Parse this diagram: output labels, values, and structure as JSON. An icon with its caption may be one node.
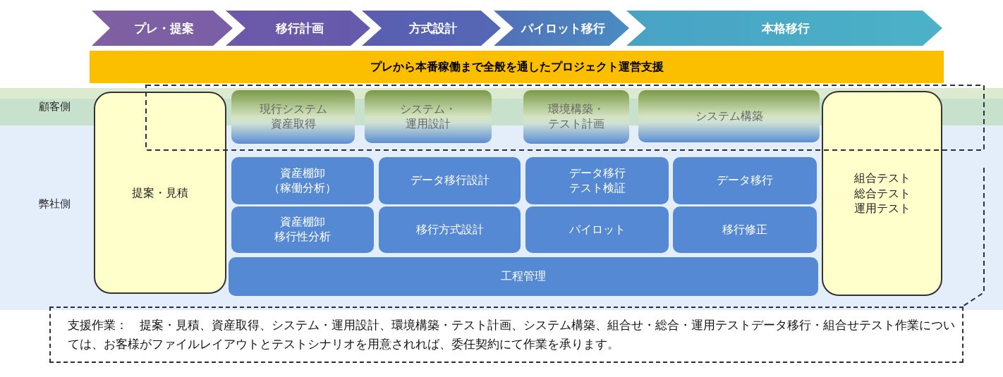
{
  "diagram": {
    "nodes": [
      {
        "text": [
          "プレ・提案"
        ]
      },
      {
        "text": [
          "移行計画"
        ]
      },
      {
        "text": [
          "方式設計"
        ]
      },
      {
        "text": [
          "パイロット移行"
        ]
      },
      {
        "text": [
          "本格移行"
        ]
      },
      {
        "text": [
          "プレから本番稼働まで全般を通したプロジェクト運営支援"
        ]
      },
      {
        "text": [
          "顧客側"
        ]
      },
      {
        "text": [
          "弊社側"
        ]
      },
      {
        "text": [
          "提案・見積"
        ]
      },
      {
        "text": [
          "現行システム資産取得"
        ]
      },
      {
        "text": [
          "システム・運用設計"
        ]
      },
      {
        "text": [
          "環境構築・テスト計画"
        ]
      },
      {
        "text": [
          "システム構築"
        ]
      },
      {
        "text": [
          "組合テスト",
          "総合テスト",
          "運用テスト"
        ]
      },
      {
        "text": [
          "資産棚卸（稼働分析）"
        ],
        "in": 7
      },
      {
        "text": [
          "データ移行設計"
        ],
        "in": 7
      },
      {
        "text": [
          "データ移行テスト検証"
        ],
        "in": 7
      },
      {
        "text": [
          "データ移行"
        ],
        "in": 7
      },
      {
        "text": [
          "資産棚卸移行性分析"
        ],
        "in": 7
      },
      {
        "text": [
          "移行方式設計"
        ],
        "in": 7
      },
      {
        "text": [
          "パイロット"
        ],
        "in": 7
      },
      {
        "text": [
          "移行修正"
        ],
        "in": 7
      },
      {
        "text": [
          "工程管理"
        ],
        "in": 7
      },
      {
        "text": [
          "支援作業：　提案・見積、資産取得、システム・運用設計、環境構築・テスト計画、システム構築、組合せ・総合・運用テストデータ移行・組合せテスト作業については、お客様がファイルレイアウトとテストシナリオを用意されれば、委任契約にて作業を承ります。"
        ]
      }
    ]
  }
}
